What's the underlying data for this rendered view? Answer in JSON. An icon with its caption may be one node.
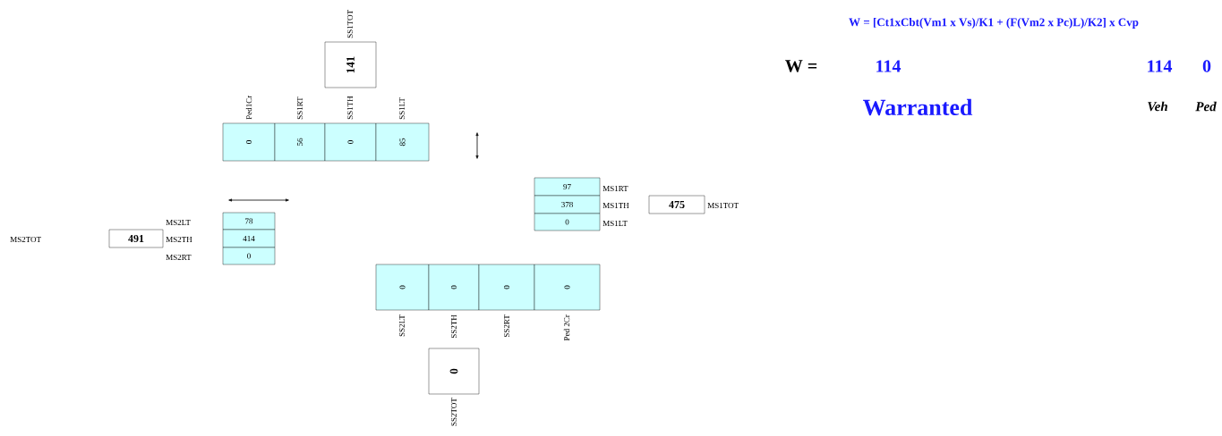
{
  "diagram": {
    "nodes": [
      {
        "text": [
          "141"
        ],
        "beside": [
          "SS1TOT"
        ]
      },
      {
        "text": [
          "0"
        ],
        "beside": [
          "Ped1Cr"
        ]
      },
      {
        "text": [
          "56"
        ],
        "beside": [
          "SS1RT"
        ]
      },
      {
        "text": [
          "0"
        ],
        "beside": [
          "SS1TH"
        ]
      },
      {
        "text": [
          "85"
        ],
        "beside": [
          "SS1LT"
        ]
      },
      {
        "text": [
          "97"
        ],
        "beside": [
          "MS1RT"
        ]
      },
      {
        "text": [
          "378"
        ],
        "beside": [
          "MS1TH"
        ]
      },
      {
        "text": [
          "0"
        ],
        "beside": [
          "MS1LT"
        ]
      },
      {
        "text": [
          "475"
        ],
        "beside": [
          "MS1TOT"
        ]
      },
      {
        "text": [
          "491"
        ]
      },
      {
        "text": [
          "78"
        ]
      },
      {
        "text": [
          "414"
        ]
      },
      {
        "text": [
          "0"
        ]
      },
      {
        "text": [
          "0"
        ],
        "beside": [
          "SS2LT"
        ]
      },
      {
        "text": [
          "0"
        ],
        "beside": [
          "SS2TH"
        ]
      },
      {
        "text": [
          "0"
        ],
        "beside": [
          "SS2RT"
        ]
      },
      {
        "text": [
          "0"
        ],
        "beside": [
          "Ped 2Cr"
        ]
      },
      {
        "text": [
          "0"
        ],
        "beside": [
          "SS2TOT"
        ]
      }
    ],
    "labels": [
      "W = [Ct1xCbt(Vm1 x Vs)/K1 + (F(Vm2 x Pc)L)/K2] x Cvp",
      "W =",
      "114",
      "114",
      "0",
      "Warranted",
      "Veh",
      "Ped",
      "MS2LT",
      "MS2TOT",
      "MS2TH",
      "MS2RT"
    ]
  }
}
